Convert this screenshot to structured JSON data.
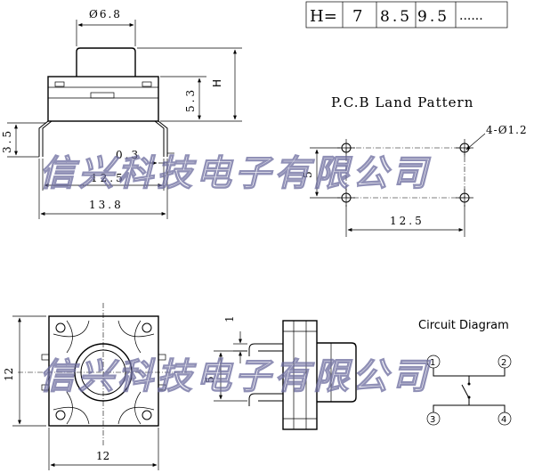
{
  "h_table": {
    "header": "H=",
    "values": [
      "7",
      "8.5",
      "9.5",
      "......"
    ]
  },
  "top_view": {
    "dia_label": "Ø6.8",
    "h_label": "H",
    "dim_53": "5.3",
    "dim_35": "3.5",
    "dim_03": "0.3",
    "dim_125": "12.5",
    "dim_138": "13.8"
  },
  "pcb": {
    "title": "P.C.B Land Pattern",
    "hole_label": "4-Ø1.2",
    "dim_5": "5",
    "dim_125": "12.5"
  },
  "bottom_view": {
    "dim_12_side": "12",
    "dim_12_bottom": "12"
  },
  "side_view": {
    "dim_1": "1",
    "dim_5": "5"
  },
  "circuit": {
    "title": "Circuit Diagram",
    "pins": [
      "1",
      "2",
      "3",
      "4"
    ]
  },
  "watermark": {
    "text": "信兴科技电子有限公司"
  }
}
